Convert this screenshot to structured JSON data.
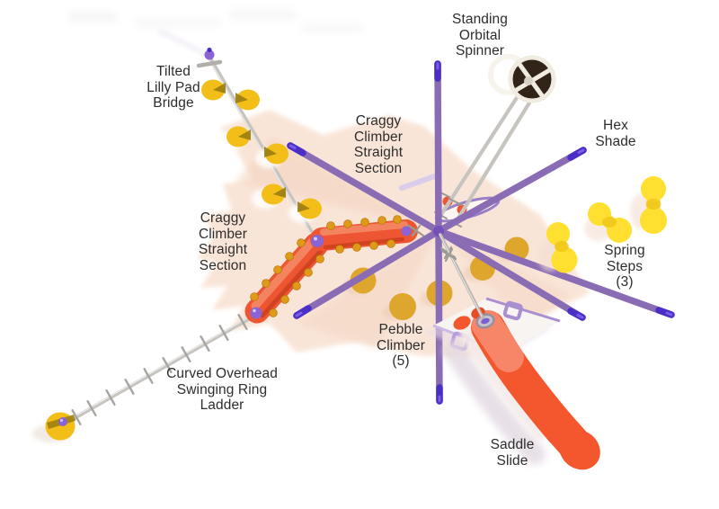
{
  "palette": {
    "bg": "#ffffff",
    "label": "#2d2d2d",
    "beam": "#8a6cb5",
    "beam_tip": "#4a2ec6",
    "beam_tip_hi": "#7a5ce8",
    "connector": "#8a63d4",
    "pole": "#c7c4c0",
    "pole_hi": "#eceae7",
    "rung": "#a4a4a0",
    "tube": "#ee5532",
    "tube_dark": "#c93f1e",
    "tube_hi": "#f58a66",
    "knob": "#e09a1a",
    "knob_edge": "#b97a08",
    "pad": "#f2be17",
    "pad_dark": "#9a7d12",
    "pebble": "#dfa62e",
    "spring": "#ffdf2f",
    "spring_shade": "#e6b80e",
    "slide": "#f4562d",
    "slide_dark": "#e64c26",
    "deck": "#f7f4f1",
    "deck_trim": "#a98fd0",
    "deck_trim2": "#b59add",
    "spinner_disc": "#33241a",
    "spinner_ring": "#f1ece1",
    "shadow": "#f9e4d6",
    "shadow_deep": "#f3d2bd",
    "white_soft": "#ffffff"
  },
  "labels": {
    "tilted_bridge": "Tilted\nLilly Pad\nBridge",
    "orbital_spinner": "Standing\nOrbital\nSpinner",
    "craggy_center": "Craggy\nClimber\nStraight\nSection",
    "hex_shade": "Hex\nShade",
    "spring_steps": "Spring\nSteps\n(3)",
    "craggy_left": "Craggy\nClimber\nStraight\nSection",
    "pebble_climber": "Pebble\nClimber\n(5)",
    "ring_ladder": "Curved Overhead\nSwinging Ring\nLadder",
    "saddle_slide": "Saddle\nSlide"
  },
  "components": [
    {
      "name": "Tilted Lilly Pad Bridge"
    },
    {
      "name": "Standing Orbital Spinner"
    },
    {
      "name": "Craggy Climber Straight Section"
    },
    {
      "name": "Craggy Climber Straight Section"
    },
    {
      "name": "Hex Shade"
    },
    {
      "name": "Spring Steps",
      "count_shown": "(3)"
    },
    {
      "name": "Pebble Climber",
      "count_shown": "(5)"
    },
    {
      "name": "Curved Overhead Swinging Ring Ladder"
    },
    {
      "name": "Saddle Slide"
    }
  ]
}
